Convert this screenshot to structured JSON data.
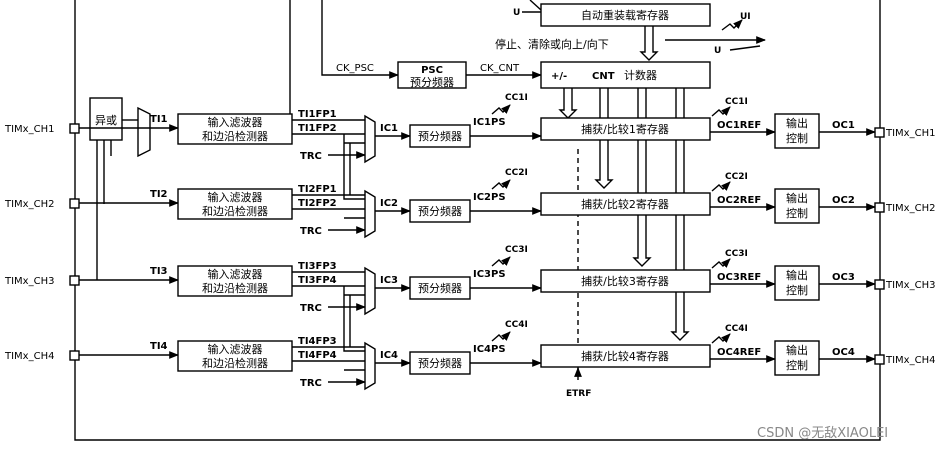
{
  "top": {
    "auto_reload": "自动重装载寄存器",
    "stop_clear": "停止、清除或向上/向下",
    "ui_label": "UI",
    "u_label": "U",
    "ck_psc": "CK_PSC",
    "psc_title": "PSC",
    "psc_sub": "预分频器",
    "ck_cnt": "CK_CNT",
    "cnt_sign": "+/-",
    "cnt_title": "CNT",
    "cnt_sub": "计数器"
  },
  "xor_label": "异或",
  "filter_line1": "输入滤波器",
  "filter_line2": "和边沿检测器",
  "prescaler": "预分频器",
  "output_line1": "输出",
  "output_line2": "控制",
  "trc": "TRC",
  "etrf": "ETRF",
  "watermark": "CSDN @无敌XIAOLEI",
  "channels": [
    {
      "pin": "TIMx_CH1",
      "ti": "TI1",
      "fpa": "TI1FP1",
      "fpb": "TI1FP2",
      "ic": "IC1",
      "icps": "IC1PS",
      "cci": "CC1I",
      "ccr": "捕获/比较1寄存器",
      "ocref": "OC1REF",
      "oc": "OC1",
      "out_pin": "TIMx_CH1"
    },
    {
      "pin": "TIMx_CH2",
      "ti": "TI2",
      "fpa": "TI2FP1",
      "fpb": "TI2FP2",
      "ic": "IC2",
      "icps": "IC2PS",
      "cci": "CC2I",
      "ccr": "捕获/比较2寄存器",
      "ocref": "OC2REF",
      "oc": "OC2",
      "out_pin": "TIMx_CH2"
    },
    {
      "pin": "TIMx_CH3",
      "ti": "TI3",
      "fpa": "TI3FP3",
      "fpb": "TI3FP4",
      "ic": "IC3",
      "icps": "IC3PS",
      "cci": "CC3I",
      "ccr": "捕获/比较3寄存器",
      "ocref": "OC3REF",
      "oc": "OC3",
      "out_pin": "TIMx_CH3"
    },
    {
      "pin": "TIMx_CH4",
      "ti": "TI4",
      "fpa": "TI4FP3",
      "fpb": "TI4FP4",
      "ic": "IC4",
      "icps": "IC4PS",
      "cci": "CC4I",
      "ccr": "捕获/比较4寄存器",
      "ocref": "OC4REF",
      "oc": "OC4",
      "out_pin": "TIMx_CH4"
    }
  ]
}
